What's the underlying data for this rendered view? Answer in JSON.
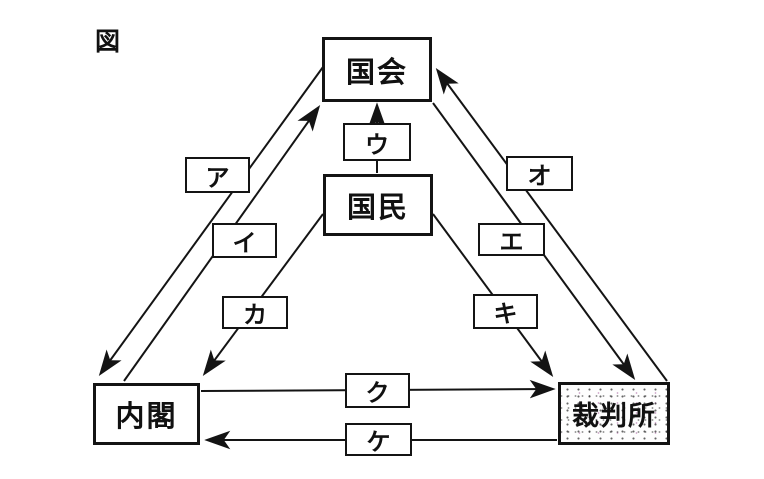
{
  "figure_label": "図",
  "nodes": {
    "kokkai": {
      "label": "国会"
    },
    "kokumin": {
      "label": "国民"
    },
    "naikaku": {
      "label": "内閣"
    },
    "saibansho": {
      "label": "裁判所"
    }
  },
  "arrow_labels": {
    "a": "ア",
    "i": "イ",
    "u": "ウ",
    "e": "エ",
    "o": "オ",
    "ka": "カ",
    "ki": "キ",
    "ku": "ク",
    "ke": "ケ"
  },
  "edges": [
    {
      "label": "ア",
      "from": "国会",
      "to": "内閣"
    },
    {
      "label": "イ",
      "from": "内閣",
      "to": "国会"
    },
    {
      "label": "ウ",
      "from": "国民",
      "to": "国会"
    },
    {
      "label": "エ",
      "from": "国会",
      "to": "裁判所"
    },
    {
      "label": "オ",
      "from": "裁判所",
      "to": "国会"
    },
    {
      "label": "カ",
      "from": "国民",
      "to": "内閣"
    },
    {
      "label": "キ",
      "from": "国民",
      "to": "裁判所"
    },
    {
      "label": "ク",
      "from": "内閣",
      "to": "裁判所"
    },
    {
      "label": "ケ",
      "from": "裁判所",
      "to": "内閣"
    }
  ],
  "colors": {
    "ink": "#141414",
    "background": "#ffffff"
  }
}
